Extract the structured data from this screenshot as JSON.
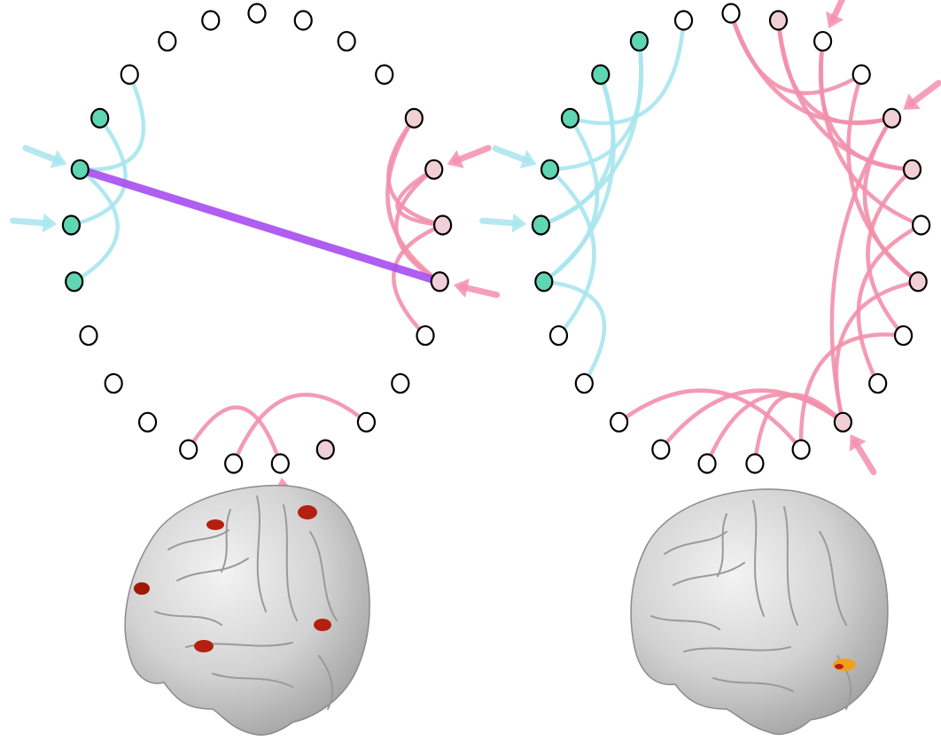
{
  "colors": {
    "background": "#ffffff",
    "node_plain": "#ffffff",
    "node_cyan": "#5fd6b2",
    "node_pink": "#f1cfd6",
    "link_cyan": "#a9e5ee",
    "link_pink": "#f290ac",
    "link_purple": "#a64cf0",
    "arrow_cyan": "#a9e5ee",
    "arrow_pink": "#f58fb0",
    "brain_base": "#d6d6d6",
    "brain_shade": "#a8a8a8",
    "activation_red": "#b42010",
    "activation_orange": "#f0a020"
  },
  "panels": [
    {
      "id": "left-connectome",
      "nodes": [
        {
          "color": "plain"
        },
        {
          "color": "plain"
        },
        {
          "color": "plain"
        },
        {
          "color": "plain"
        },
        {
          "color": "pink"
        },
        {
          "color": "pink"
        },
        {
          "color": "pink"
        },
        {
          "color": "pink"
        },
        {
          "color": "plain"
        },
        {
          "color": "plain"
        },
        {
          "color": "plain"
        },
        {
          "color": "pink"
        },
        {
          "color": "plain"
        },
        {
          "color": "plain"
        },
        {
          "color": "plain"
        },
        {
          "color": "plain"
        },
        {
          "color": "plain"
        },
        {
          "color": "plain"
        },
        {
          "color": "cyan"
        },
        {
          "color": "cyan"
        },
        {
          "color": "cyan"
        },
        {
          "color": "cyan"
        },
        {
          "color": "plain"
        },
        {
          "color": "plain"
        },
        {
          "color": "plain"
        }
      ],
      "links": [
        {
          "from": 19,
          "to": 21,
          "color": "cyan"
        },
        {
          "from": 20,
          "to": 22,
          "color": "cyan"
        },
        {
          "from": 18,
          "to": 20,
          "color": "cyan"
        },
        {
          "from": 4,
          "to": 6,
          "color": "pink"
        },
        {
          "from": 4,
          "to": 7,
          "color": "pink"
        },
        {
          "from": 5,
          "to": 7,
          "color": "pink"
        },
        {
          "from": 6,
          "to": 8,
          "color": "pink"
        },
        {
          "from": 5,
          "to": 6,
          "color": "pink"
        },
        {
          "from": 12,
          "to": 14,
          "color": "pink"
        },
        {
          "from": 10,
          "to": 13,
          "color": "pink"
        },
        {
          "from": 7,
          "to": 20,
          "color": "purple",
          "straight": true
        }
      ],
      "arrows": [
        {
          "node": 5,
          "color": "pink"
        },
        {
          "node": 7,
          "color": "pink"
        },
        {
          "node": 12,
          "color": "pink"
        },
        {
          "node": 19,
          "color": "cyan"
        },
        {
          "node": 20,
          "color": "cyan"
        }
      ]
    },
    {
      "id": "right-connectome",
      "nodes": [
        {
          "color": "plain"
        },
        {
          "color": "pink"
        },
        {
          "color": "plain"
        },
        {
          "color": "plain"
        },
        {
          "color": "pink"
        },
        {
          "color": "pink"
        },
        {
          "color": "plain"
        },
        {
          "color": "pink"
        },
        {
          "color": "plain"
        },
        {
          "color": "plain"
        },
        {
          "color": "pink"
        },
        {
          "color": "plain"
        },
        {
          "color": "plain"
        },
        {
          "color": "plain"
        },
        {
          "color": "plain"
        },
        {
          "color": "plain"
        },
        {
          "color": "plain"
        },
        {
          "color": "plain"
        },
        {
          "color": "cyan"
        },
        {
          "color": "cyan"
        },
        {
          "color": "cyan"
        },
        {
          "color": "cyan"
        },
        {
          "color": "cyan"
        },
        {
          "color": "cyan"
        },
        {
          "color": "plain"
        }
      ],
      "links": [
        {
          "from": 18,
          "to": 21,
          "color": "cyan"
        },
        {
          "from": 18,
          "to": 22,
          "color": "cyan"
        },
        {
          "from": 19,
          "to": 22,
          "color": "cyan"
        },
        {
          "from": 19,
          "to": 23,
          "color": "cyan"
        },
        {
          "from": 20,
          "to": 23,
          "color": "cyan"
        },
        {
          "from": 21,
          "to": 24,
          "color": "cyan"
        },
        {
          "from": 17,
          "to": 20,
          "color": "cyan"
        },
        {
          "from": 16,
          "to": 18,
          "color": "cyan"
        },
        {
          "from": 0,
          "to": 3,
          "color": "pink"
        },
        {
          "from": 0,
          "to": 4,
          "color": "pink"
        },
        {
          "from": 1,
          "to": 4,
          "color": "pink"
        },
        {
          "from": 1,
          "to": 5,
          "color": "pink"
        },
        {
          "from": 2,
          "to": 5,
          "color": "pink"
        },
        {
          "from": 2,
          "to": 6,
          "color": "pink"
        },
        {
          "from": 3,
          "to": 7,
          "color": "pink"
        },
        {
          "from": 4,
          "to": 7,
          "color": "pink"
        },
        {
          "from": 5,
          "to": 8,
          "color": "pink"
        },
        {
          "from": 6,
          "to": 9,
          "color": "pink"
        },
        {
          "from": 4,
          "to": 10,
          "color": "pink"
        },
        {
          "from": 7,
          "to": 10,
          "color": "pink"
        },
        {
          "from": 8,
          "to": 11,
          "color": "pink"
        },
        {
          "from": 10,
          "to": 12,
          "color": "pink"
        },
        {
          "from": 10,
          "to": 13,
          "color": "pink"
        },
        {
          "from": 10,
          "to": 14,
          "color": "pink"
        },
        {
          "from": 11,
          "to": 15,
          "color": "pink"
        }
      ],
      "arrows": [
        {
          "node": 2,
          "color": "pink"
        },
        {
          "node": 4,
          "color": "pink"
        },
        {
          "node": 10,
          "color": "pink"
        },
        {
          "node": 19,
          "color": "cyan"
        },
        {
          "node": 20,
          "color": "cyan"
        }
      ]
    }
  ],
  "brains": [
    {
      "id": "left-brain",
      "activation_colors": [
        "red",
        "red",
        "red",
        "red",
        "red"
      ]
    },
    {
      "id": "right-brain",
      "activation_colors": [
        "orange"
      ]
    }
  ]
}
